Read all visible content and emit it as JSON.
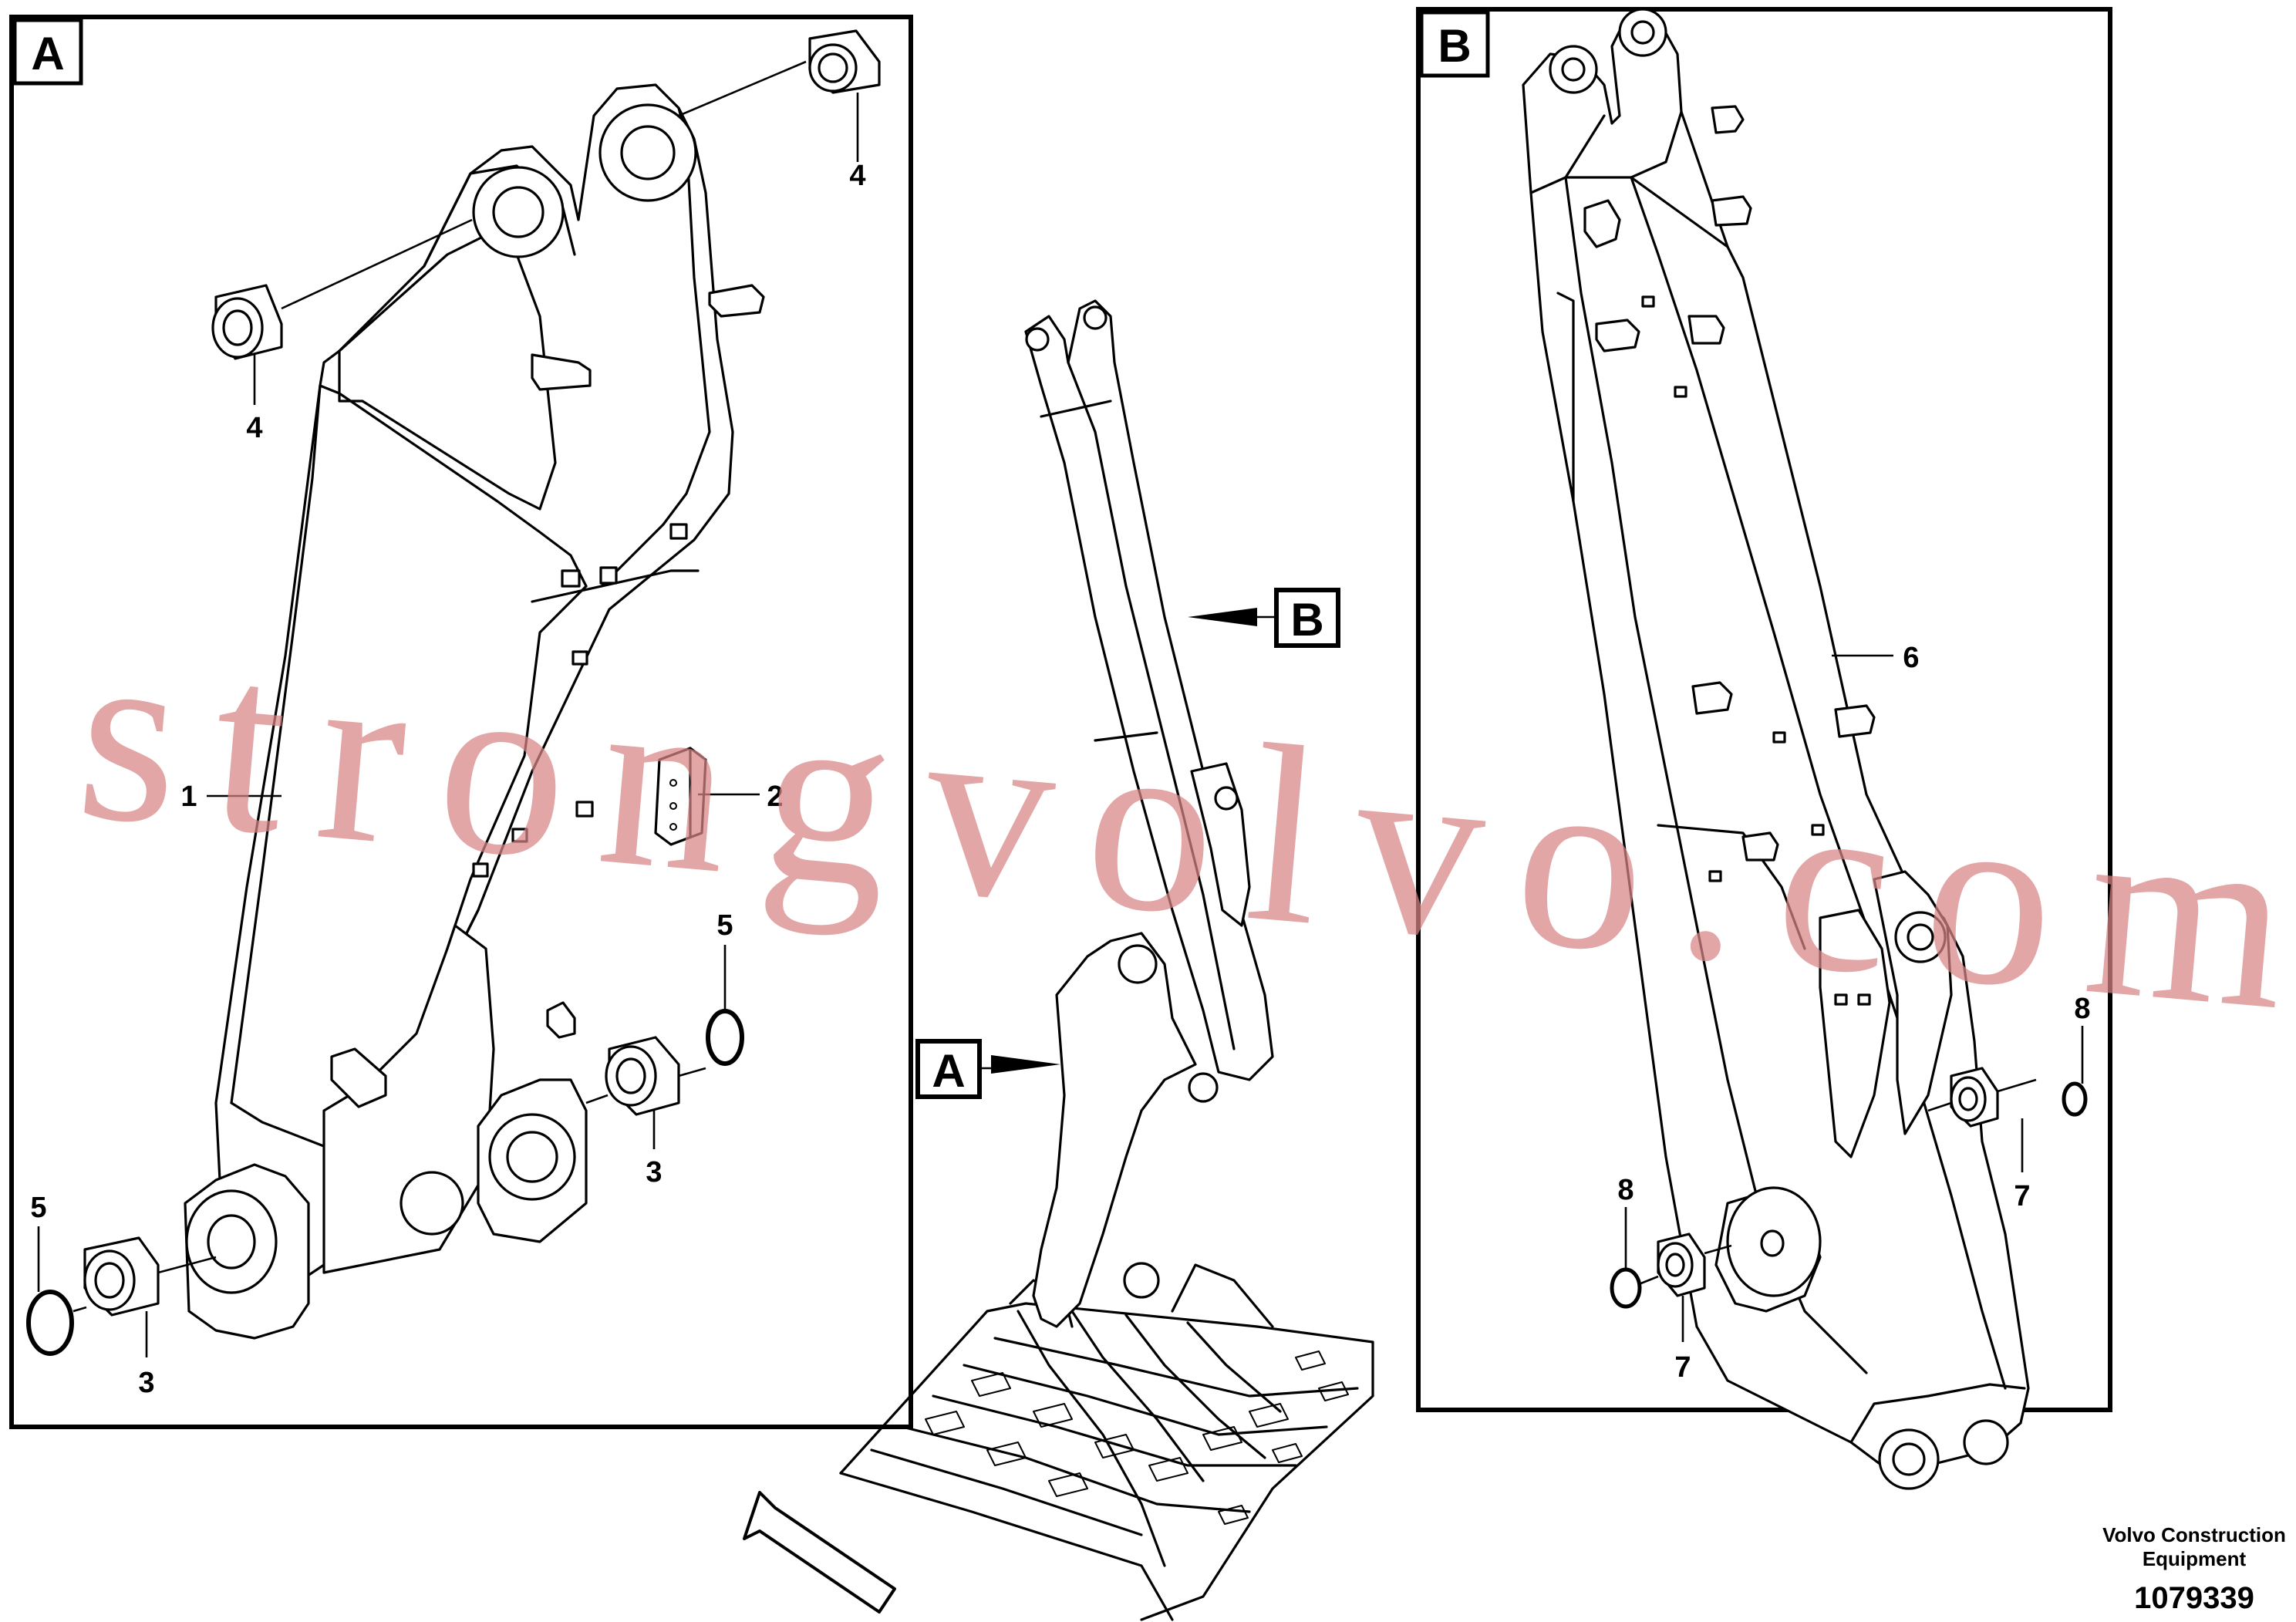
{
  "views": {
    "a": {
      "label": "A"
    },
    "b": {
      "label": "B"
    }
  },
  "callouts": {
    "a": "A",
    "b": "B"
  },
  "parts": {
    "p1": "1",
    "p2": "2",
    "p3a": "3",
    "p3b": "3",
    "p4a": "4",
    "p4b": "4",
    "p5a": "5",
    "p5b": "5",
    "p6": "6",
    "p7a": "7",
    "p7b": "7",
    "p8a": "8",
    "p8b": "8"
  },
  "watermark": "strongvolvo.com",
  "footer": {
    "company_line1": "Volvo Construction",
    "company_line2": "Equipment",
    "drawing_number": "1079339"
  },
  "colors": {
    "ink": "#000000",
    "watermark": "#d98585",
    "background": "#ffffff"
  }
}
